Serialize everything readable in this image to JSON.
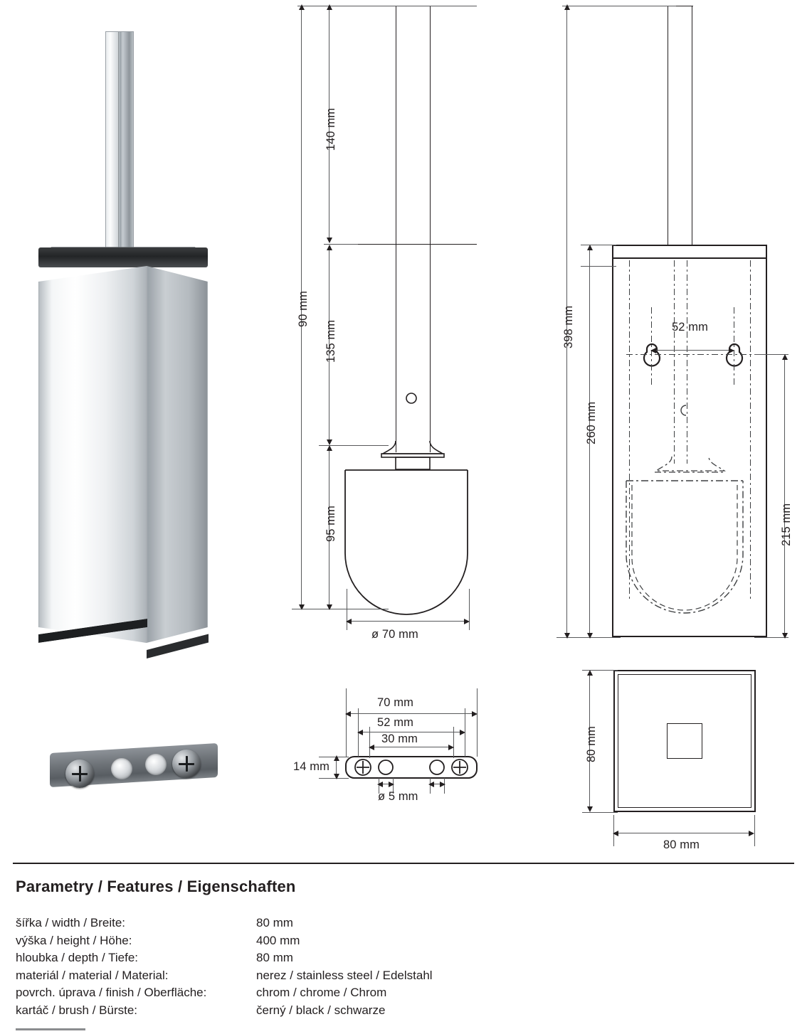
{
  "product": {
    "photo_alt": "chrome square toilet brush holder",
    "bracket_alt": "wall mounting bracket with screws"
  },
  "drawings": {
    "front_view": {
      "name": "brush front view",
      "dims": {
        "total_overall": "90 mm",
        "handle_top": "140 mm",
        "rod_mid": "135 mm",
        "brush_head": "95 mm",
        "brush_diameter": "ø 70 mm"
      }
    },
    "wall_view": {
      "name": "holder wall mount view",
      "dims": {
        "total_height": "398 mm",
        "mount_to_base": "260 mm",
        "inner_depth": "215 mm",
        "hole_spacing": "52 mm"
      }
    },
    "plate_view": {
      "name": "mounting plate detail",
      "dims": {
        "plate_width": "70 mm",
        "screw_spacing": "52 mm",
        "hole_spacing": "30 mm",
        "plate_height": "14 mm",
        "hole_diameter": "ø 5 mm"
      }
    },
    "top_view": {
      "name": "holder top view",
      "dims": {
        "width": "80 mm",
        "depth": "80 mm"
      }
    }
  },
  "specs": {
    "title": "Parametry / Features / Eigenschaften",
    "rows": [
      {
        "key": "šířka / width / Breite:",
        "value": "80 mm"
      },
      {
        "key": "výška / height / Höhe:",
        "value": "400 mm"
      },
      {
        "key": "hloubka / depth / Tiefe:",
        "value": "80 mm"
      },
      {
        "key": "materiál / material / Material:",
        "value": "nerez / stainless steel / Edelstahl"
      },
      {
        "key": "povrch. úprava / finish / Oberfläche:",
        "value": "chrom / chrome / Chrom"
      },
      {
        "key": "kartáč / brush / Bürste:",
        "value": "černý / black / schwarze"
      }
    ]
  },
  "colors": {
    "ink": "#231f20",
    "thin": "#58595b",
    "rule": "#8b8d8f"
  }
}
